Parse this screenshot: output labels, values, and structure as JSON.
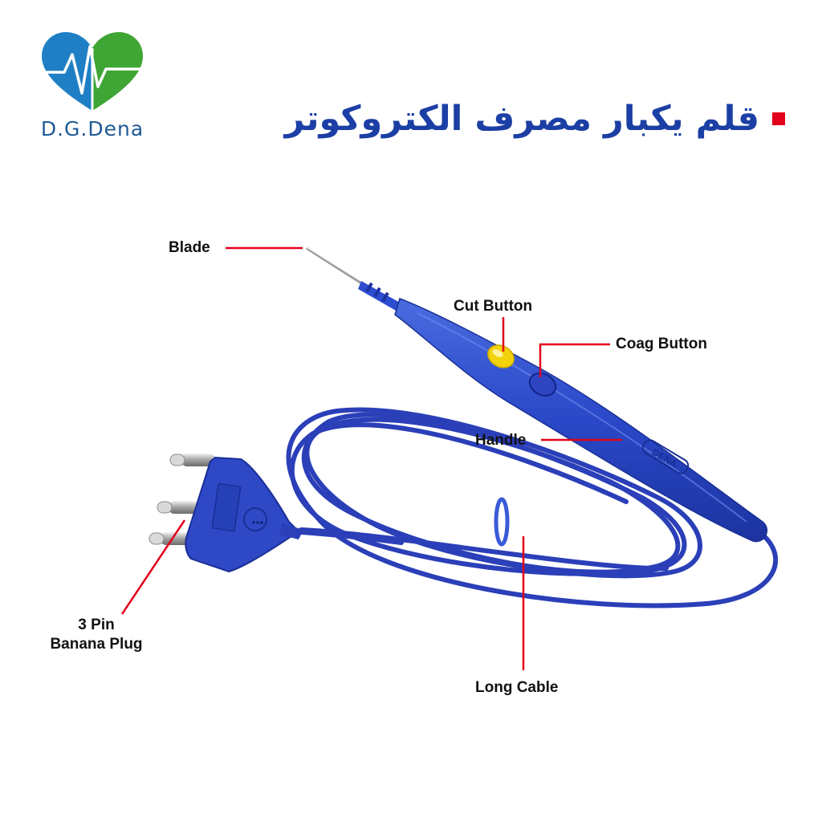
{
  "brand": {
    "name": "D.G.Dena",
    "logo_icon": "heart-pulse-icon"
  },
  "title": "قلم یکبار مصرف الکتروکوتر",
  "labels": {
    "blade": "Blade",
    "cut_button": "Cut Button",
    "coag_button": "Coag Button",
    "handle": "Handle",
    "plug_line1": "3 Pin",
    "plug_line2": "Banana Plug",
    "cable": "Long Cable"
  },
  "pen_marking": "DENA",
  "colors": {
    "accent_red": "#e3001b",
    "title_blue": "#1b3fa4",
    "device_blue": "#2a48c8",
    "cut_button_yellow": "#f2d20b",
    "logo_blue": "#1f7fc4",
    "logo_green": "#3fa535"
  }
}
